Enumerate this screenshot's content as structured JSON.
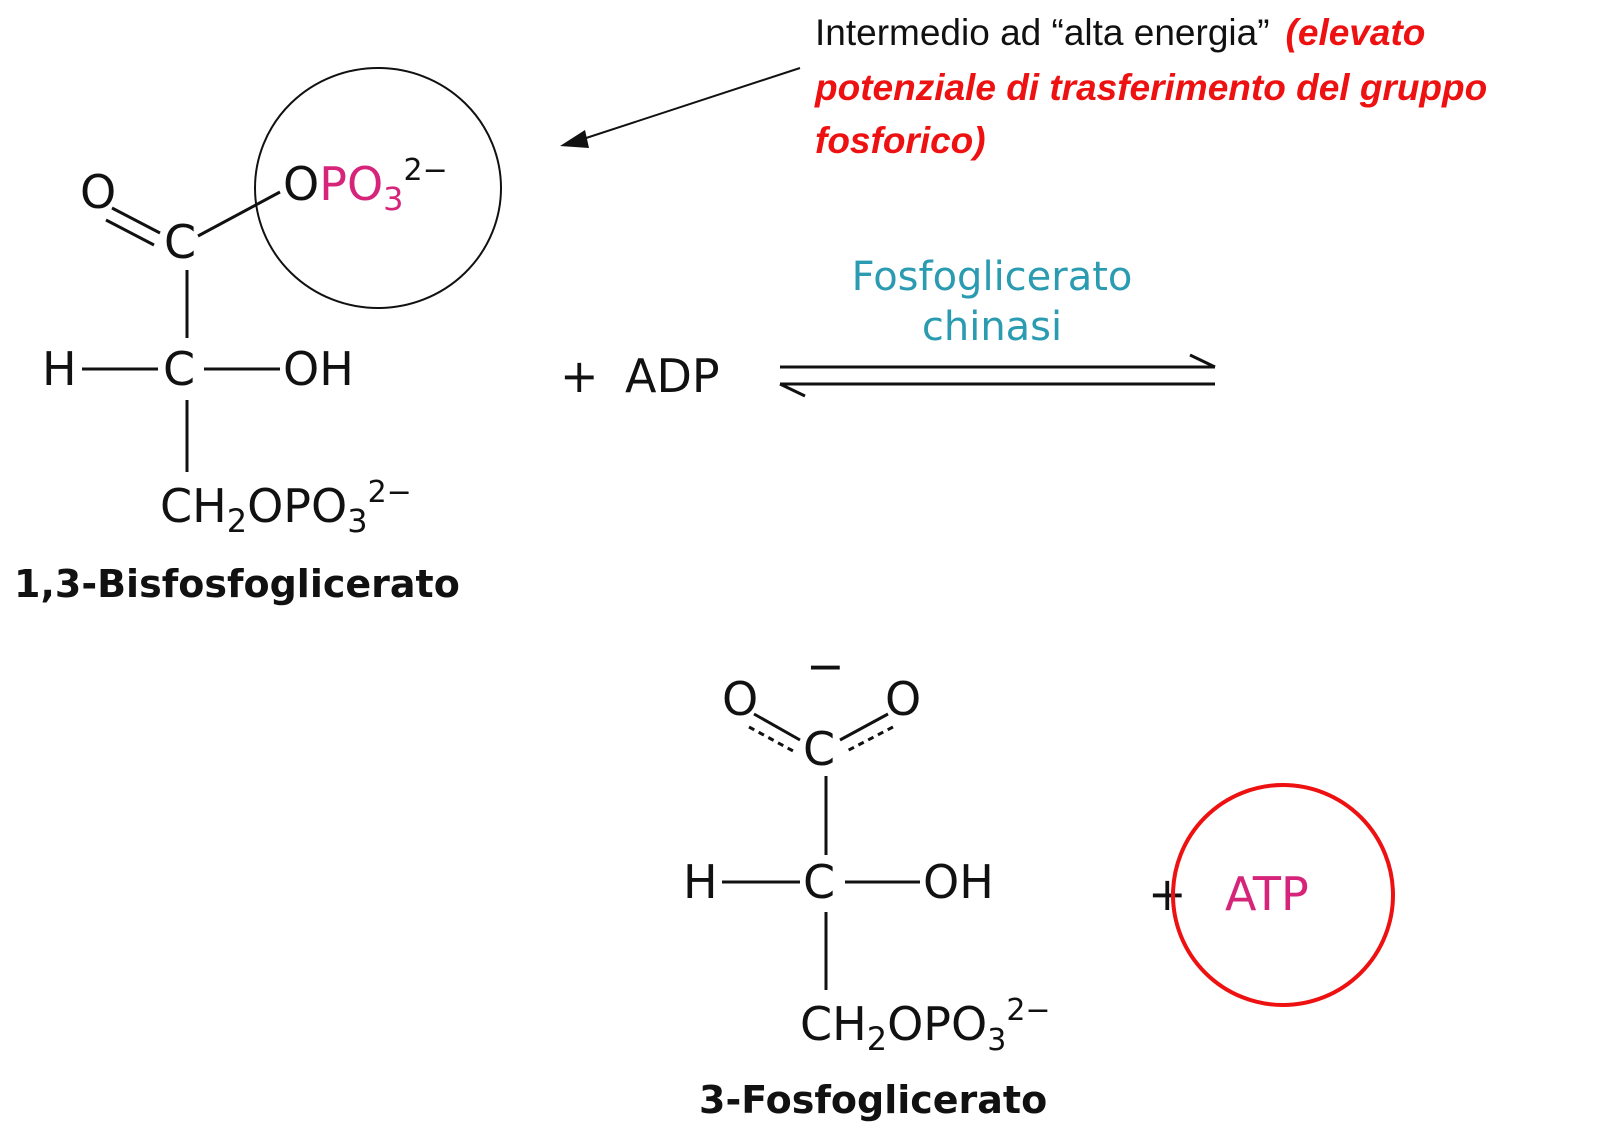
{
  "colors": {
    "phosphate": "#d6247a",
    "enzyme": "#2a9bb0",
    "highlight_red": "#ee1111",
    "text": "#111111"
  },
  "annotation": {
    "line1": "Intermedio ad “alta energia”",
    "red_part1": "(elevato",
    "line2": "potenziale di trasferimento del gruppo",
    "line3": "fosforico)"
  },
  "reactant": {
    "top_o": "O",
    "top_c": "C",
    "opo3_o": "O",
    "opo3_p": "PO",
    "opo3_sub": "3",
    "opo3_sup": "2−",
    "mid_h": "H",
    "mid_c": "C",
    "mid_oh": "OH",
    "bottom_ch": "CH",
    "bottom_sub2": "2",
    "bottom_opo": "OPO",
    "bottom_sub3": "3",
    "bottom_sup": "2−",
    "name": "1,3-Bisfosfoglicerato"
  },
  "reaction": {
    "plus": "+",
    "adp": "ADP",
    "enzyme_line1": "Fosfoglicerato",
    "enzyme_line2": "chinasi"
  },
  "product": {
    "top_o_left": "O",
    "top_minus": "−",
    "top_o_right": "O",
    "top_c": "C",
    "mid_h": "H",
    "mid_c": "C",
    "mid_oh": "OH",
    "bottom_ch": "CH",
    "bottom_sub2": "2",
    "bottom_opo": "OPO",
    "bottom_sub3": "3",
    "bottom_sup": "2−",
    "name": "3-Fosfoglicerato",
    "plus": "+",
    "atp": "ATP"
  }
}
